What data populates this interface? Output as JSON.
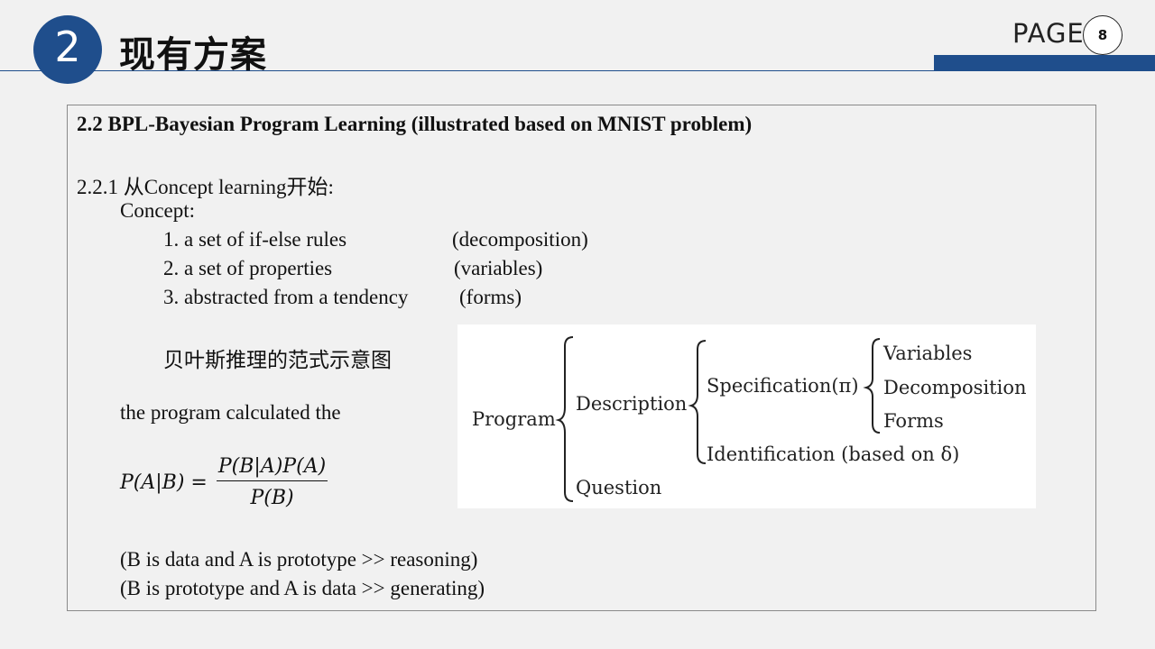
{
  "header": {
    "section_number": "2",
    "title": "现有方案",
    "page_label": "PAGE",
    "page_number": "8"
  },
  "content": {
    "heading": "2.2 BPL-Bayesian Program Learning (illustrated based on MNIST problem)",
    "subheading": "2.2.1 从Concept learning开始:",
    "concept_label": "Concept:",
    "items": [
      {
        "text": "1. a set of if-else rules",
        "tag": "(decomposition)"
      },
      {
        "text": "2. a set of properties",
        "tag": "(variables)"
      },
      {
        "text": "3. abstracted from a tendency",
        "tag": "(forms)"
      }
    ],
    "diagram_caption": "贝叶斯推理的范式示意图",
    "program_text": "the program calculated the",
    "formula": {
      "lhs": "P(A|B) =",
      "numerator": "P(B|A)P(A)",
      "denominator": "P(B)"
    },
    "notes": [
      "(B is data and A is prototype >> reasoning)",
      "(B is prototype and A is data >> generating)"
    ]
  },
  "diagram": {
    "program": "Program",
    "description": "Description",
    "question": "Question",
    "specification": "Specification(π)",
    "identification": "Identification (based on δ)",
    "variables": "Variables",
    "decomposition": "Decomposition",
    "forms": "Forms"
  }
}
